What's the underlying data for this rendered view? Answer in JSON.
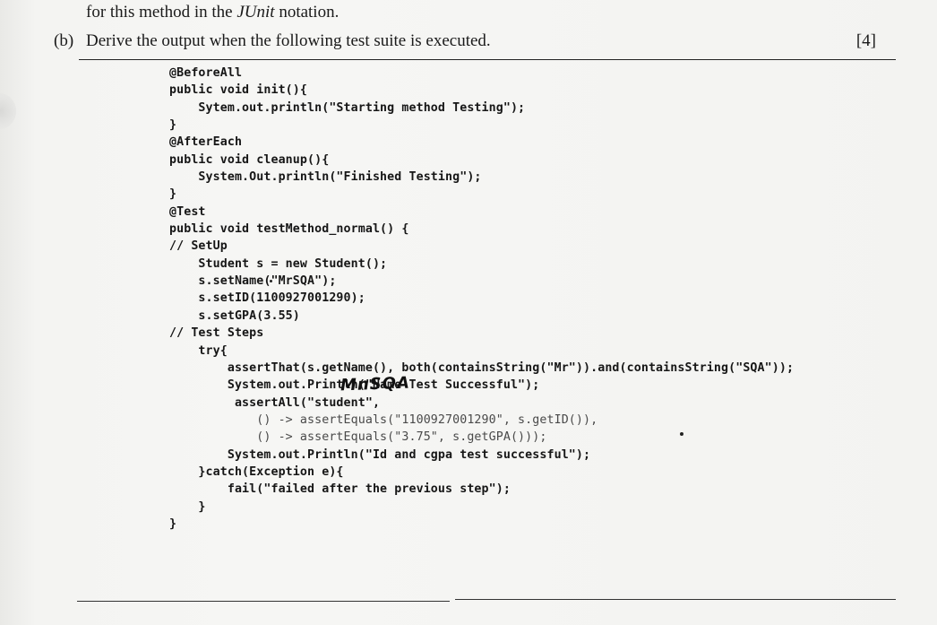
{
  "intro": {
    "prefix": "for this method in the ",
    "italic": "JUnit",
    "suffix": " notation."
  },
  "question": {
    "label": "(b)",
    "text": "Derive the output when the following test suite is executed.",
    "marks": "[4]"
  },
  "code_lines": [
    "@BeforeAll",
    "public void init(){",
    "    Sytem.out.println(\"Starting method Testing\");",
    "}",
    "@AfterEach",
    "public void cleanup(){",
    "    System.Out.println(\"Finished Testing\");",
    "}",
    "@Test",
    "public void testMethod_normal() {",
    "// SetUp",
    "    Student s = new Student();",
    "    s.setName(\"MrSQA\");",
    "    s.setID(1100927001290);",
    "    s.setGPA(3.55)",
    "// Test Steps",
    "    try{",
    "        assertThat(s.getName(), both(containsString(\"Mr\")).and(containsString(\"SQA\"));",
    "        System.out.Println(\"Name Test Successful\");",
    "         assertAll(\"student\",",
    "            () -> assertEquals(\"1100927001290\", s.getID()),",
    "            () -> assertEquals(\"3.75\", s.getGPA()));",
    "        System.out.Println(\"Id and cgpa test successful\");",
    "    }catch(Exception e){",
    "        fail(\"failed after the previous step\");",
    "    }",
    "}"
  ],
  "handwritten_note": "MnSQA"
}
